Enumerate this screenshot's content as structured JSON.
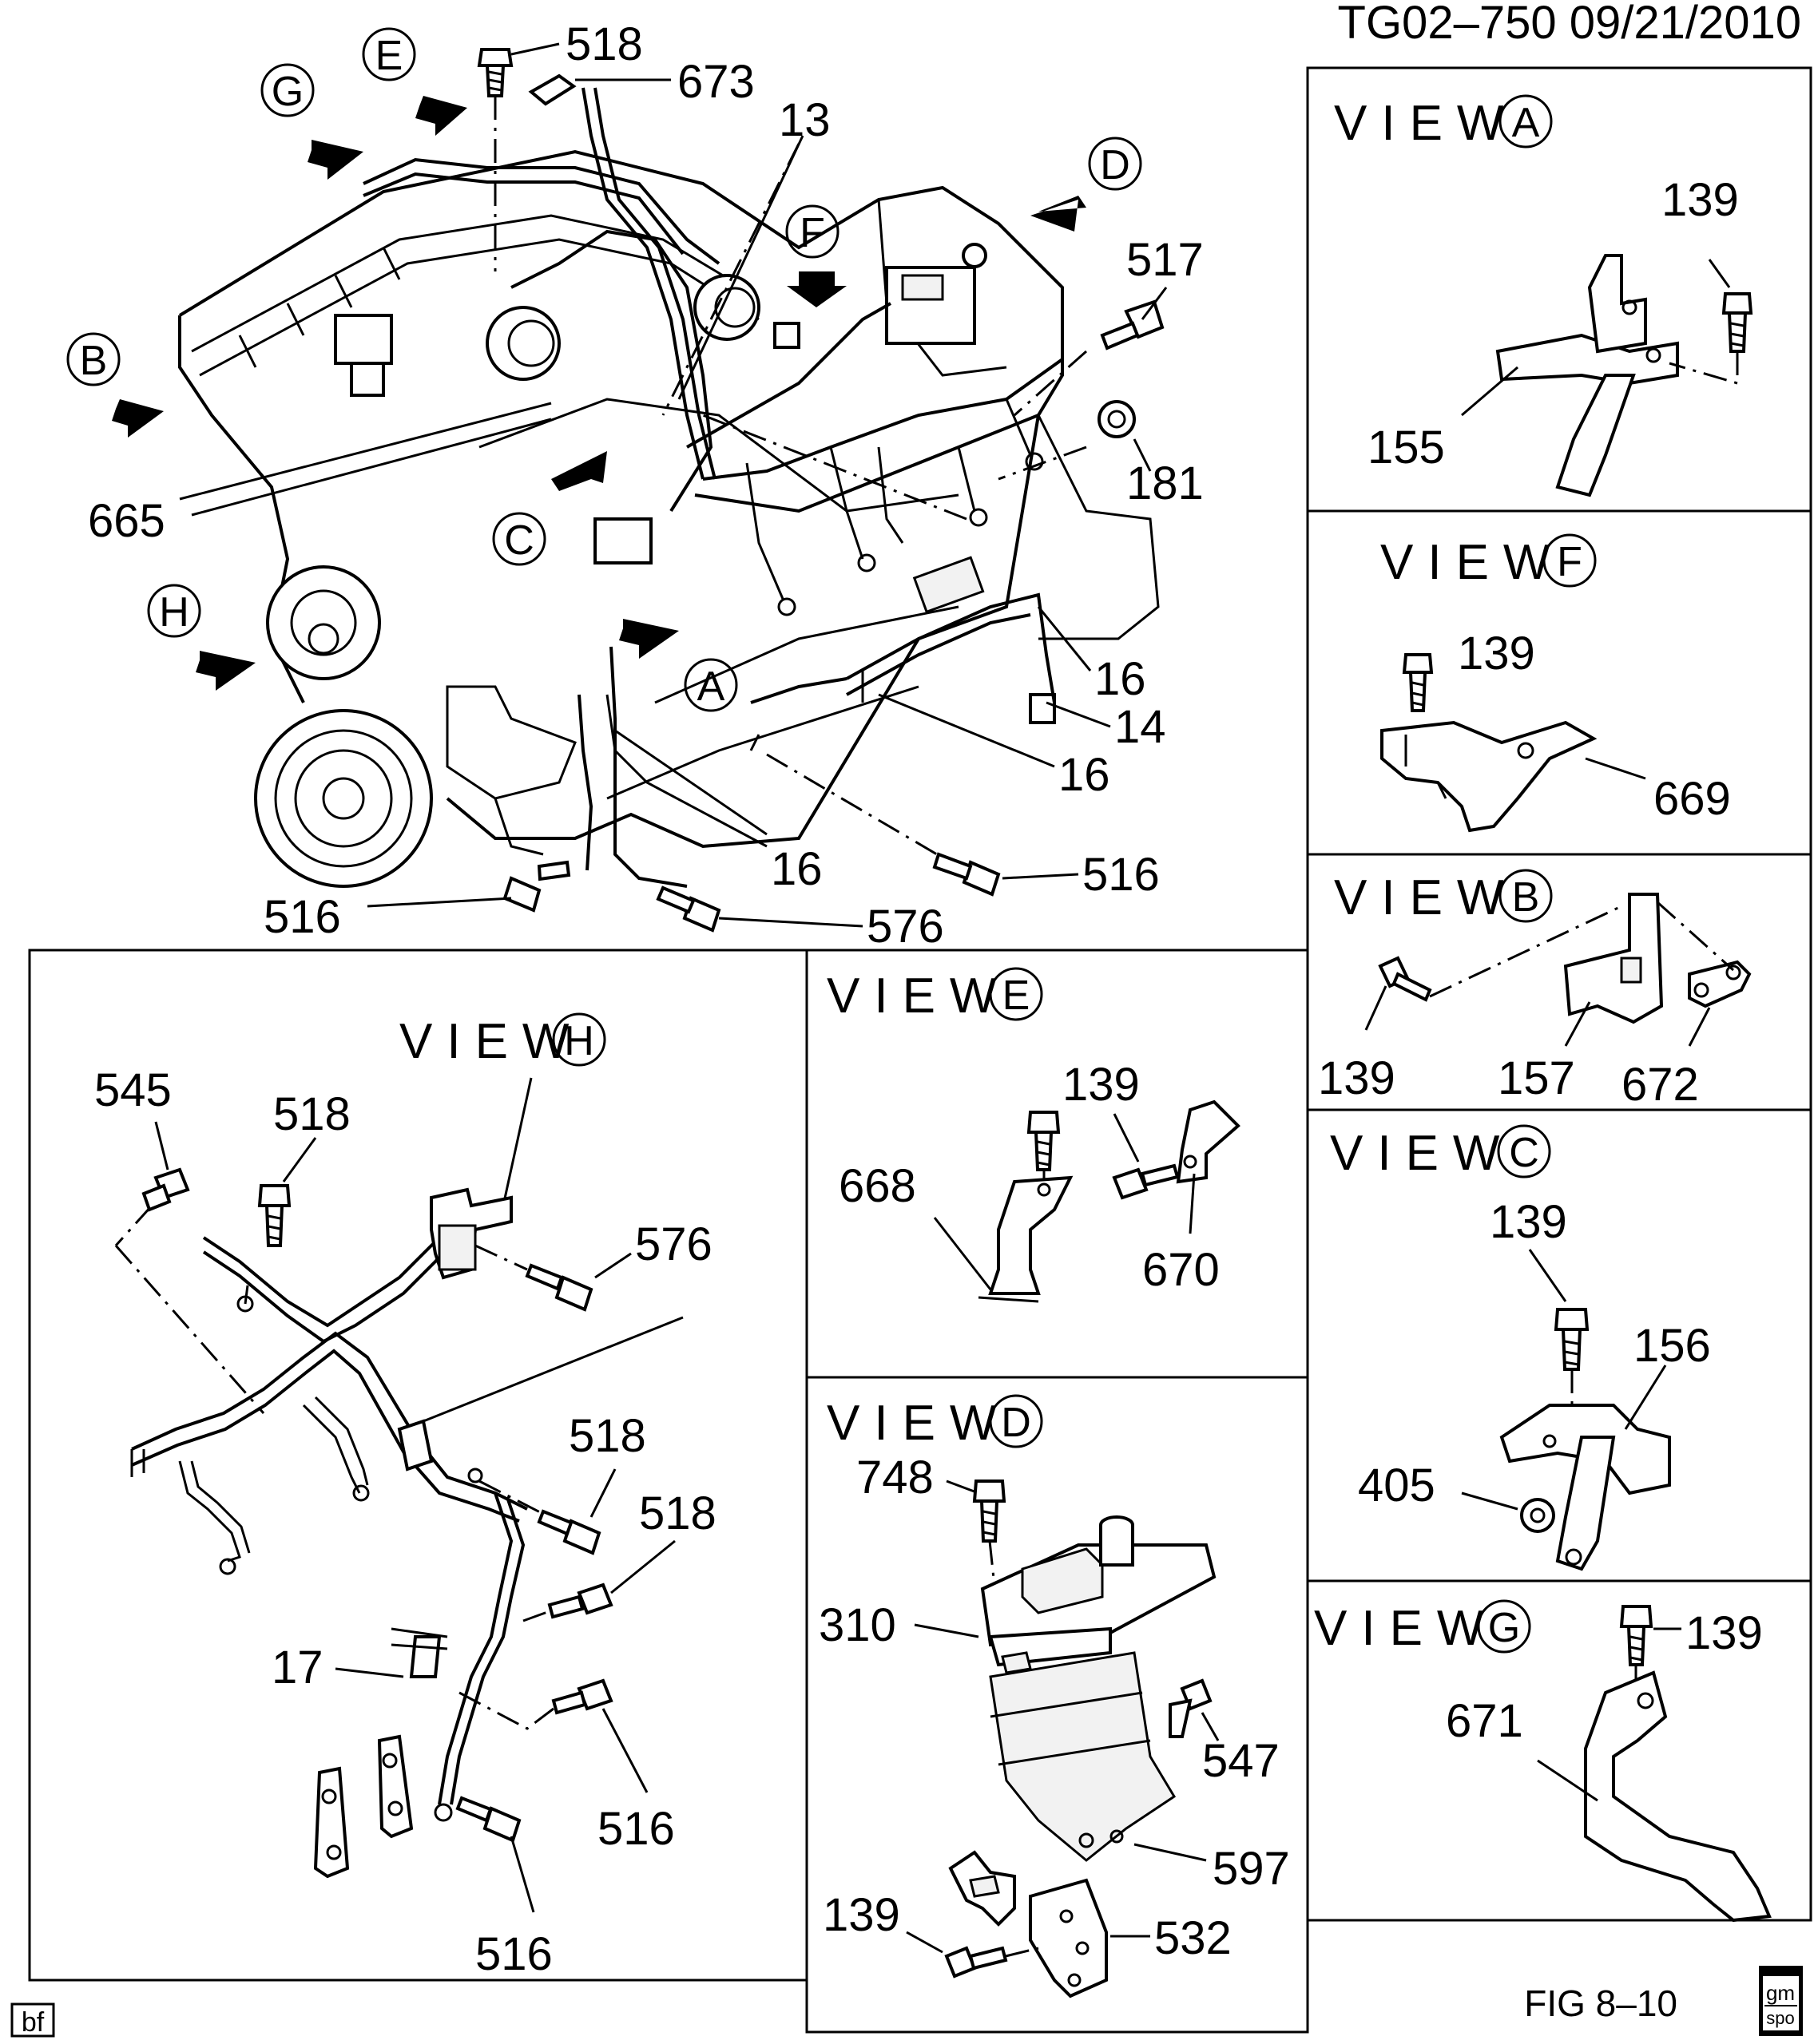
{
  "header": {
    "drawing_id": "TG02–750  09/21/2010"
  },
  "footer": {
    "figure": "FIG 8–10",
    "badge": "bf",
    "logo_top": "gm",
    "logo_bottom": "spo"
  },
  "view_word": "VIEW",
  "view_letters": {
    "a": "A",
    "b": "B",
    "c": "C",
    "d": "D",
    "e": "E",
    "f": "F",
    "g": "G",
    "h": "H"
  },
  "main_callouts": {
    "n518": "518",
    "n673": "673",
    "n13": "13",
    "n517": "517",
    "n181": "181",
    "n665": "665",
    "n16a": "16",
    "n14": "14",
    "n16b": "16",
    "n16c": "16",
    "n516a": "516",
    "n516b": "516",
    "n576": "576"
  },
  "view_a": {
    "n139": "139",
    "n155": "155"
  },
  "view_f": {
    "n139": "139",
    "n669": "669"
  },
  "view_b": {
    "n139": "139",
    "n157": "157",
    "n672": "672"
  },
  "view_c": {
    "n139": "139",
    "n156": "156",
    "n405": "405"
  },
  "view_g": {
    "n139": "139",
    "n671": "671"
  },
  "view_e": {
    "n139": "139",
    "n668": "668",
    "n670": "670"
  },
  "view_d": {
    "n748": "748",
    "n310": "310",
    "n547": "547",
    "n597": "597",
    "n139": "139",
    "n532": "532"
  },
  "view_h": {
    "n545": "545",
    "n518a": "518",
    "n576": "576",
    "n518b": "518",
    "n518c": "518",
    "n17": "17",
    "n516a": "516",
    "n516b": "516"
  }
}
